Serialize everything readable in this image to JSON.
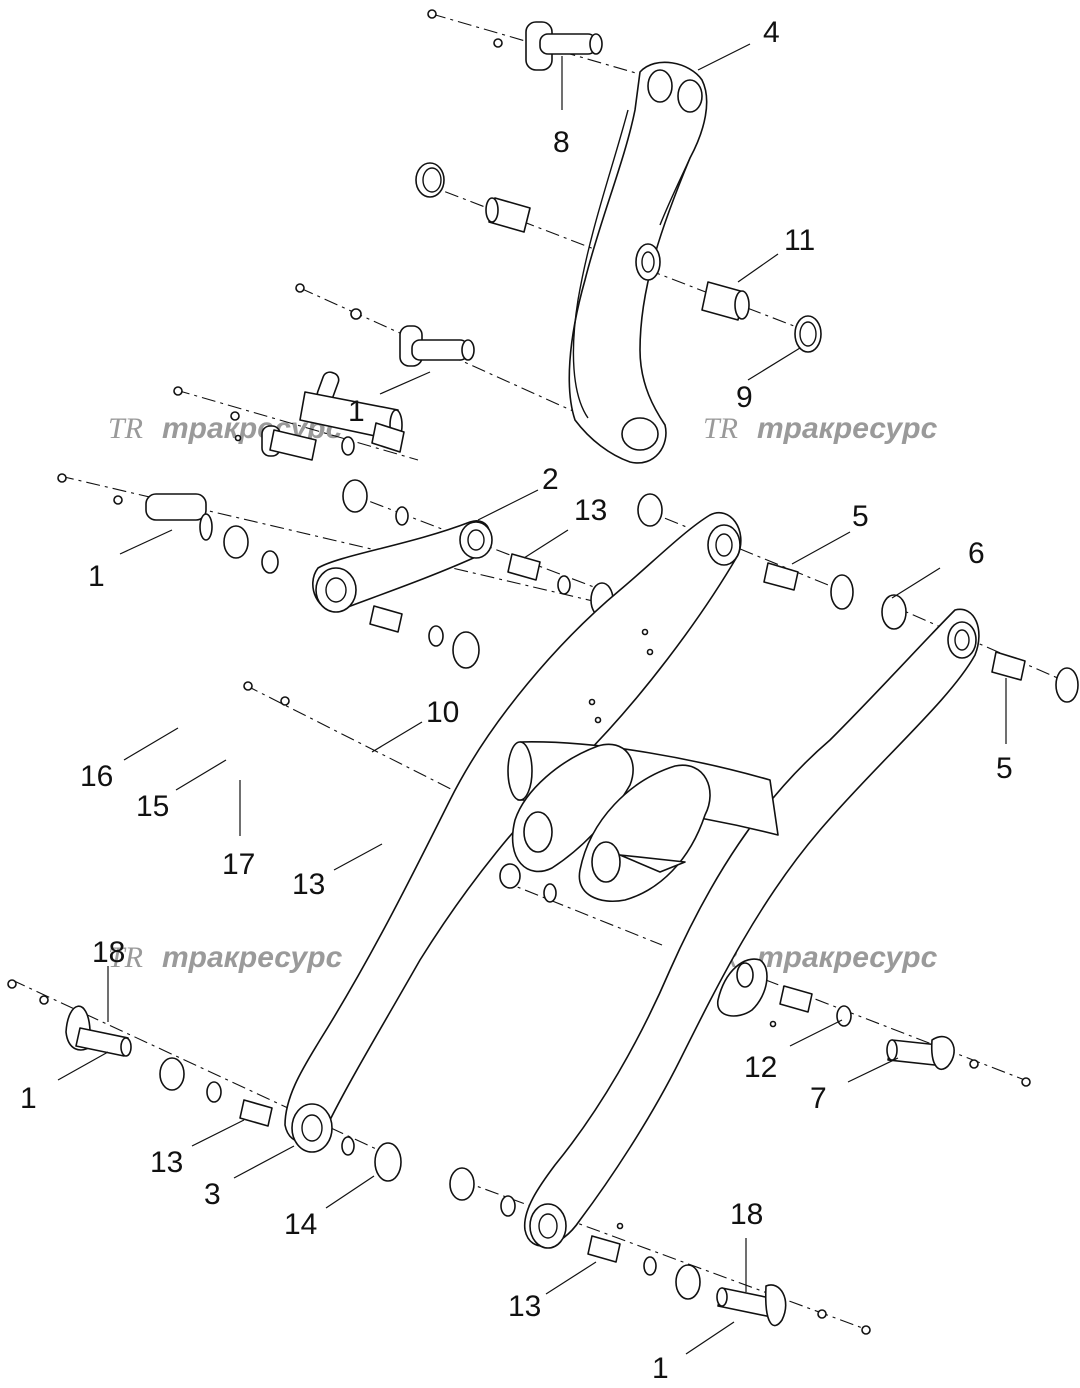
{
  "watermark": {
    "logo": "TR",
    "brand": "тракресурс"
  },
  "callouts": {
    "c4": "4",
    "c8": "8",
    "c11": "11",
    "c9": "9",
    "c1_top": "1",
    "c2": "2",
    "c13_upper": "13",
    "c1_link": "1",
    "c5_upper": "5",
    "c6": "6",
    "c5_right": "5",
    "c10": "10",
    "c16": "16",
    "c15": "15",
    "c17": "17",
    "c13_mid": "13",
    "c18_left": "18",
    "c1_left": "1",
    "c13_left": "13",
    "c3": "3",
    "c14": "14",
    "c12": "12",
    "c7": "7",
    "c18_right": "18",
    "c13_bottom": "13",
    "c1_bottom": "1"
  }
}
